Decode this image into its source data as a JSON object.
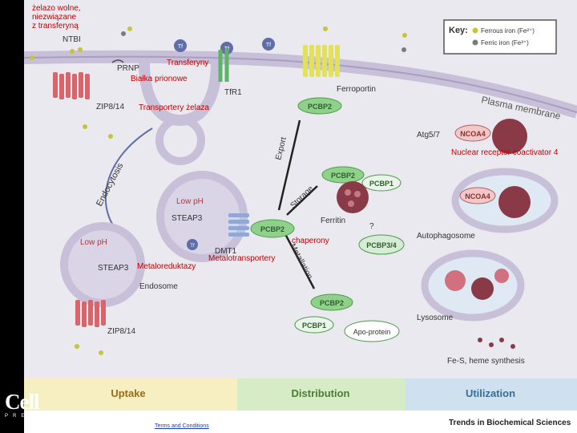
{
  "overlays": {
    "free_iron": [
      "żelazo wolne,",
      "niezwiązane",
      "z transferyną"
    ],
    "transferrin": "Transferyny",
    "prion_proteins": "Białka prionowe",
    "iron_transporters": "Transportery żelaza",
    "ncoa4_full": "Nuclear receptor coactivator 4",
    "chaperones": "chaperony",
    "metal_transporters": "Metalotransportery",
    "metalloreductases": "Metaloreduktazy"
  },
  "diagram": {
    "ntbi": "NTBI",
    "tf": "Tf",
    "prnp": "PRNP",
    "tfr1": "TfR1",
    "zip814": "ZIP8/14",
    "ferroportin": "Ferroportin",
    "plasma_membrane": "Plasma membrane",
    "pcbp2": "PCBP2",
    "pcbp1": "PCBP1",
    "pcbp34": "PCBP3/4",
    "export": "Export",
    "storage": "Storage",
    "metallation": "Metallation",
    "ferritin": "Ferritin",
    "question": "?",
    "endocytosis": "Endocytosis",
    "low_ph": "Low pH",
    "steap3": "STEAP3",
    "dmt1": "DMT1",
    "endosome": "Endosome",
    "atg57": "Atg5/7",
    "ncoa4": "NCOA4",
    "autophagosome": "Autophagosome",
    "lysosome": "Lysosome",
    "apo_protein": "Apo-protein",
    "fes_heme": "Fe-S, heme synthesis",
    "key_title": "Key:",
    "key_ferrous": "Ferrous iron (Fe²⁺)",
    "key_ferric": "Ferric iron (Fe³⁺)"
  },
  "sections": {
    "uptake": "Uptake",
    "distribution": "Distribution",
    "utilization": "Utilization"
  },
  "footer": {
    "cell_logo": "Cell",
    "cell_press": "PRESS",
    "terms": "Terms and Conditions",
    "journal": "Trends in Biochemical Sciences"
  },
  "colors": {
    "ferrous": "#c9c436",
    "ferric": "#7d7a7a",
    "membrane": "#c7c0d8",
    "pcbp": "#8fd18a",
    "ncoa4": "#f2c7c7",
    "uptake_band": "#f6efc2",
    "distribution_band": "#d6ecc7",
    "utilization_band": "#cfe1ef",
    "overlay_text": "#c00000"
  }
}
